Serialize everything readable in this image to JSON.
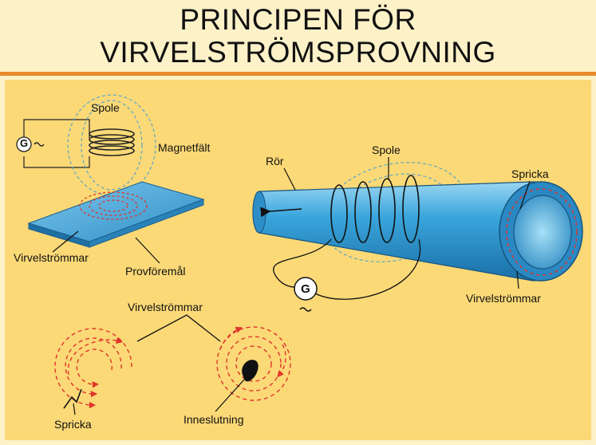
{
  "title": {
    "line1": "PRINCIPEN FÖR",
    "line2": "VIRVELSTRÖMSPROVNING"
  },
  "colors": {
    "background": "#fdf1c8",
    "panel": "#fbd977",
    "accent_rule": "#e8892a",
    "tube_blue": "#3aa6dc",
    "eddy_red": "#e0352b"
  },
  "plate_diagram": {
    "generator": "G",
    "generator_symbol": "~",
    "coil_label": "Spole",
    "field_label": "Magnetfält",
    "eddy_label": "Virvelströmmar",
    "specimen_label": "Provföremål"
  },
  "tube_diagram": {
    "tube_label": "Rör",
    "coil_label": "Spole",
    "crack_label": "Spricka",
    "eddy_label": "Virvelströmmar",
    "generator": "G",
    "generator_symbol": "~"
  },
  "defect_diagram": {
    "eddy_label": "Virvelströmmar",
    "crack_label": "Spricka",
    "inclusion_label": "Inneslutning"
  }
}
